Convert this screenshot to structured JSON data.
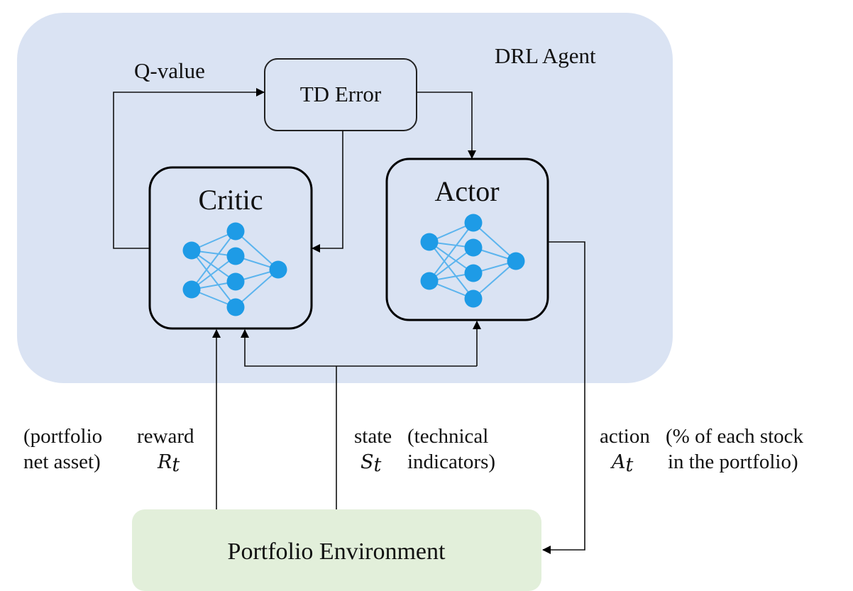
{
  "agent": {
    "title": "DRL Agent",
    "bg_color": "#dae3f3"
  },
  "td_error": {
    "label": "TD Error"
  },
  "q_value": {
    "label": "Q-value"
  },
  "critic": {
    "label": "Critic"
  },
  "actor": {
    "label": "Actor"
  },
  "network_icon_color": "#1e9be6",
  "environment": {
    "label": "Portfolio Environment",
    "bg_color": "#e2efda"
  },
  "reward": {
    "note_line1": "(portfolio",
    "note_line2": "net asset)",
    "word": "reward",
    "symbol": "R",
    "subscript": "t"
  },
  "state": {
    "word": "state",
    "symbol": "S",
    "subscript": "t",
    "note_line1": "(technical",
    "note_line2": "indicators)"
  },
  "action": {
    "word": "action",
    "symbol": "A",
    "subscript": "t",
    "note_line1": "(% of each stock",
    "note_line2": "in the portfolio)"
  }
}
